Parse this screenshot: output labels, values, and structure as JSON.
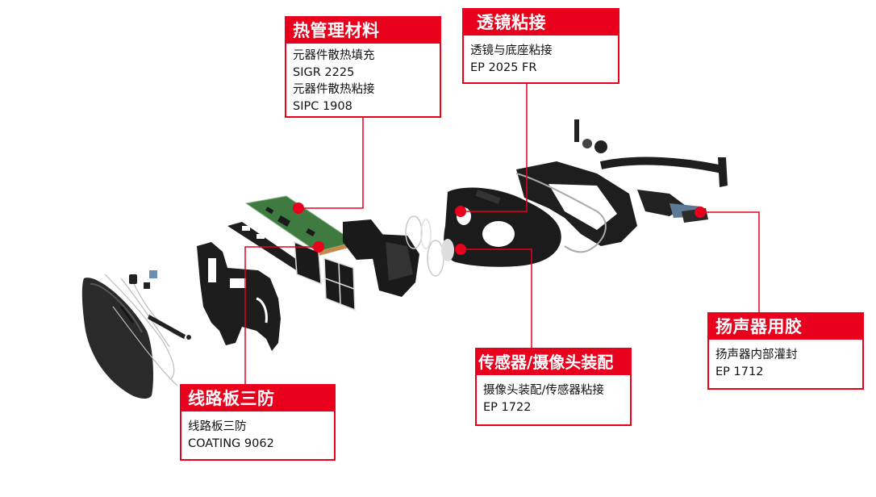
{
  "diagram": {
    "subject": "VR headset exploded view",
    "accent_color": "#e8001c",
    "callouts": [
      {
        "id": "thermal",
        "title": "热管理材料",
        "lines": [
          "元器件散热填充",
          "SIGR 2225",
          "元器件散热粘接",
          "SIPC 1908"
        ]
      },
      {
        "id": "lens",
        "title": "透镜粘接",
        "lines": [
          "透镜与底座粘接",
          "EP 2025 FR"
        ]
      },
      {
        "id": "speaker",
        "title": "扬声器用胶",
        "lines": [
          "扬声器内部灌封",
          "EP 1712"
        ]
      },
      {
        "id": "sensor",
        "title": "传感器/摄像头装配",
        "lines": [
          "摄像头装配/传感器粘接",
          "EP 1722"
        ]
      },
      {
        "id": "pcb",
        "title": "线路板三防",
        "lines": [
          "线路板三防",
          "COATING 9062"
        ]
      }
    ]
  }
}
